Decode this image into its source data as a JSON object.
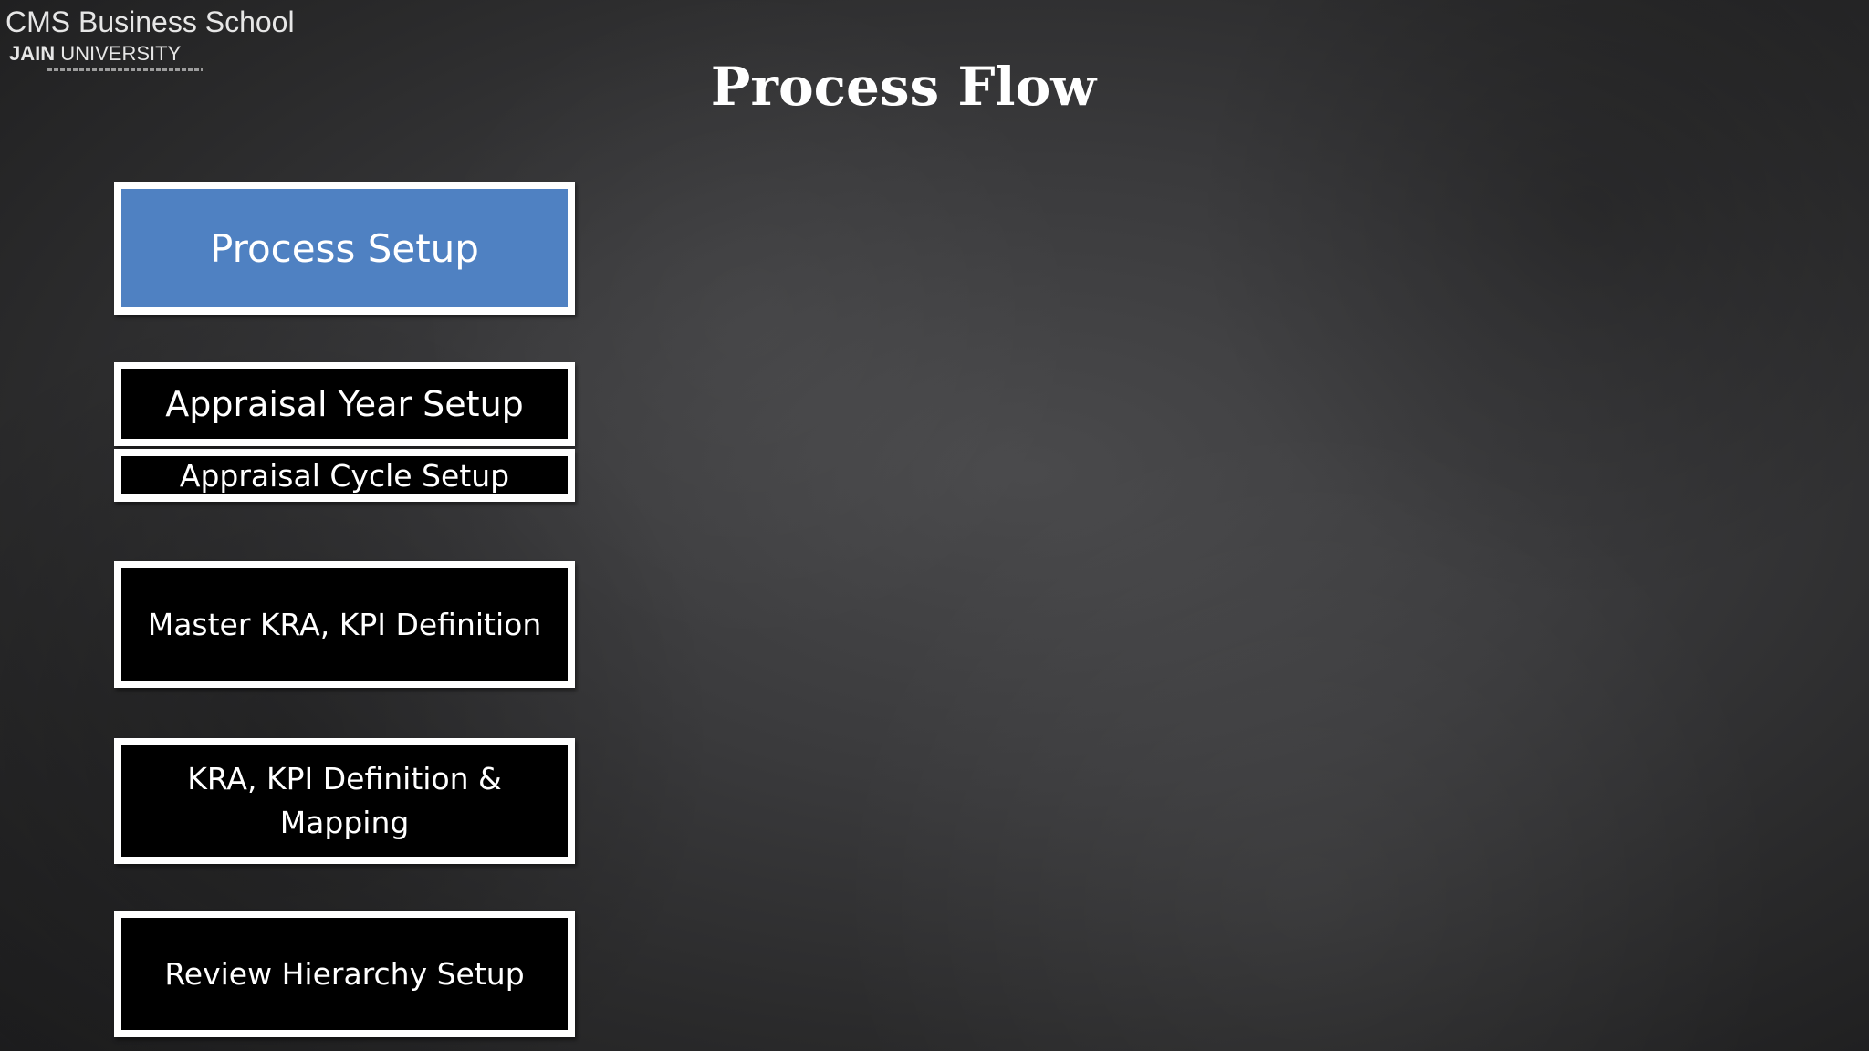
{
  "logo": {
    "line1": "CMS Business School",
    "line2_strong": "JAIN",
    "line2_rest": " UNIVERSITY"
  },
  "slide": {
    "title": "Process Flow"
  },
  "steps": [
    {
      "label": "Process Setup",
      "active": true
    },
    {
      "label": "Appraisal Year Setup",
      "active": false
    },
    {
      "label": "Appraisal Cycle Setup",
      "active": false
    },
    {
      "label": "Master KRA, KPI Definition",
      "active": false
    },
    {
      "label": "KRA, KPI Definition & Mapping",
      "active": false
    },
    {
      "label": "Review Hierarchy Setup",
      "active": false
    }
  ],
  "colors": {
    "active_fill": "#4f81c2",
    "box_fill": "#000000",
    "box_border": "#ffffff",
    "title_text": "#ffffff"
  }
}
